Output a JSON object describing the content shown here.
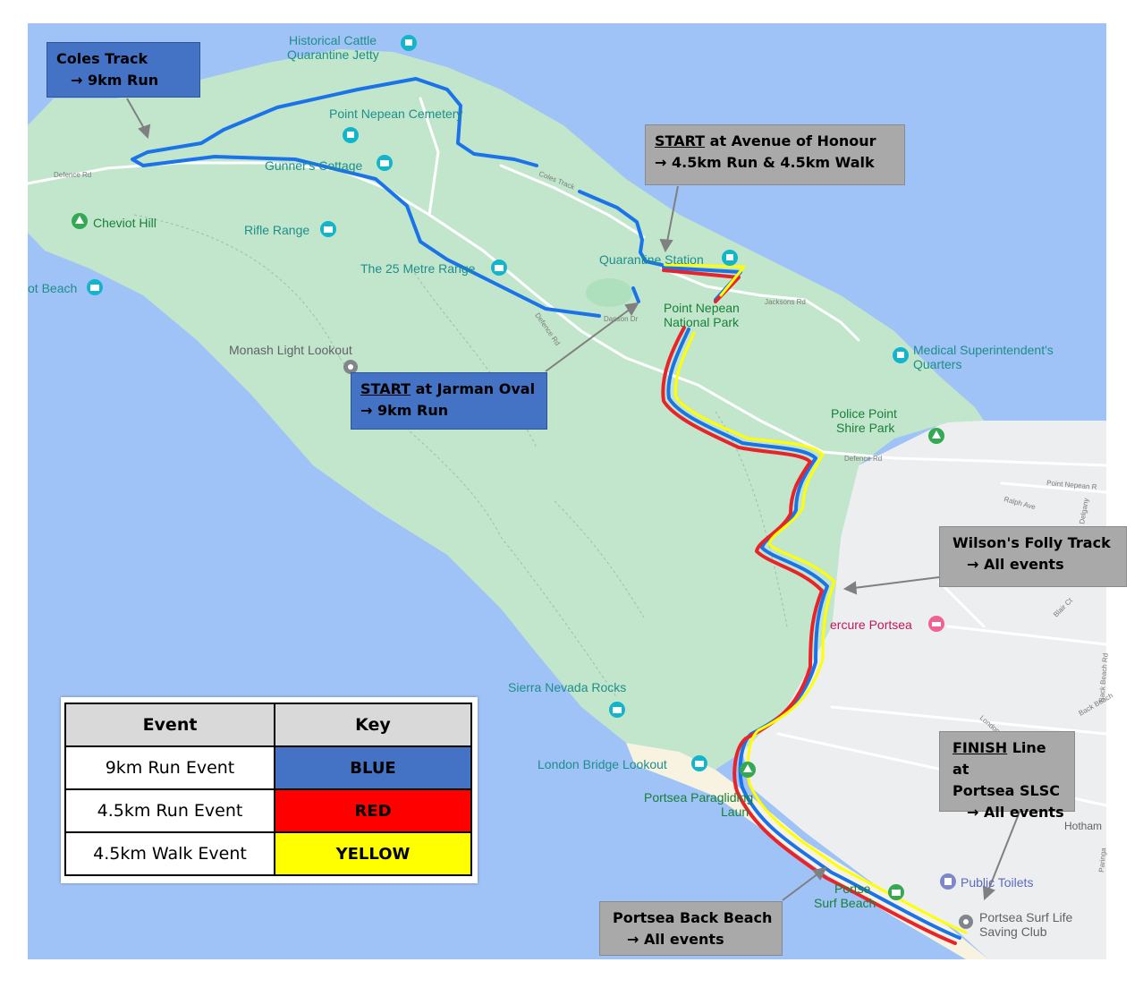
{
  "places": {
    "historical_cattle": "Historical Cattle",
    "quarantine_jetty": "Quarantine Jetty",
    "point_nepean_cemetery": "Point Nepean Cemetery",
    "gunners_cottage": "Gunner's Cottage",
    "cheviot_hill": "Cheviot Hill",
    "rifle_range": "Rifle Range",
    "the_25_metre_range": "The 25 Metre Range",
    "cheviot_beach": "ot Beach",
    "quarantine_station": "Quarantine Station",
    "point_nepean": "Point Nepean",
    "national_park": "National Park",
    "monash_light_lookout": "Monash Light Lookout",
    "medical_superintendent": "Medical Superintendent's",
    "quarters": "Quarters",
    "police_point": "Police Point",
    "shire_park": "Shire Park",
    "mercure_portsea": "ercure Portsea",
    "sierra_nevada_rocks": "Sierra Nevada Rocks",
    "london_bridge_lookout": "London Bridge Lookout",
    "portsea_paragliding": "Portsea Paragliding",
    "launch": "Laun",
    "portsea_surf_beach_1": "Portse",
    "portsea_surf_beach_2": "Surf Beach",
    "public_toilets": "Public Toilets",
    "portsea_surf_life": "Portsea Surf Life",
    "saving_club": "Saving Club",
    "hotham": "Hotham"
  },
  "roads": {
    "defence_rd_west": "Defence Rd",
    "coles_track": "Coles Track",
    "jacksons_rd": "Jacksons Rd",
    "defence_rd_south": "Defence Rd",
    "defence_rd_east": "Defence Rd",
    "point_nepean_rd": "Point Nepean R",
    "ralph_ave": "Ralph Ave",
    "delgany": "Delgany",
    "blair_ct": "Blair Ct",
    "back_beach_rd": "Back Beach Rd",
    "back_beach": "Back Beach",
    "london": "London",
    "paringa": "Paringa",
    "ranson_dr": "Danson Dr"
  },
  "callouts": {
    "coles": {
      "title": "Coles Track",
      "sub": "→ 9km Run"
    },
    "avenue": {
      "title_underline": "START",
      "title_rest": " at Avenue of Honour",
      "sub": "→ 4.5km Run & 4.5km Walk"
    },
    "jarman": {
      "title_underline": "START",
      "title_rest": " at Jarman Oval",
      "sub": "→ 9km Run"
    },
    "wilsons": {
      "title": "Wilson's Folly Track",
      "sub": "→ All events"
    },
    "finish": {
      "title_underline": "FINISH",
      "title_rest": " Line at",
      "line2": "Portsea SLSC",
      "sub": "→ All events"
    },
    "backbeach": {
      "title": "Portsea Back Beach",
      "sub": "→ All events"
    }
  },
  "legend": {
    "header_event": "Event",
    "header_key": "Key",
    "rows": [
      {
        "event": "9km Run Event",
        "key": "BLUE",
        "color": "#4472c4"
      },
      {
        "event": "4.5km Run Event",
        "key": "RED",
        "color": "#ff0000"
      },
      {
        "event": "4.5km Walk Event",
        "key": "YELLOW",
        "color": "#ffff00"
      }
    ]
  },
  "colors": {
    "water": "#9fc2f7",
    "land": "#c2e6cc",
    "urban": "#eceeef",
    "blue_route": "#1a73e8",
    "red_route": "#e8232a",
    "yellow_route": "#ffff00"
  },
  "icons": {
    "park": "tree-icon",
    "camera": "camera-poi-icon",
    "pin": "location-pin-icon",
    "hotel": "hotel-icon",
    "toilet": "toilets-icon",
    "museum": "museum-icon"
  }
}
